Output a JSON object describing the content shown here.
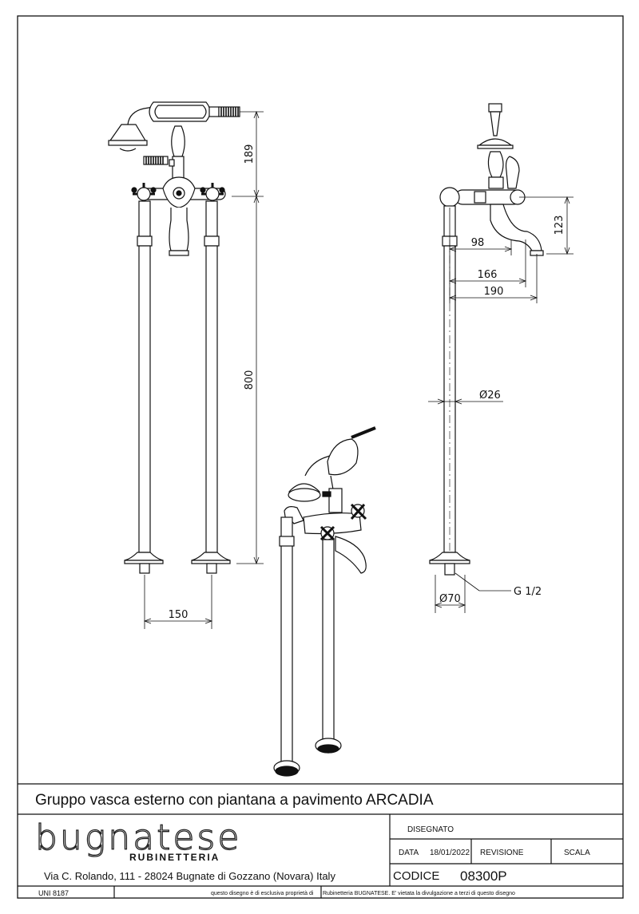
{
  "dimensions": {
    "front_height_upper": "189",
    "front_height_lower": "800",
    "front_width": "150",
    "side_spout_height": "123",
    "side_spout_98": "98",
    "side_spout_166": "166",
    "side_spout_190": "190",
    "pipe_diameter": "Ø26",
    "base_diameter": "Ø70",
    "thread": "G 1/2"
  },
  "title_block": {
    "title": "Gruppo vasca esterno con piantana a pavimento ARCADIA",
    "logo": "bugnatese",
    "logo_sub": "RUBINETTERIA",
    "address": "Via C. Rolando, 111 - 28024 Bugnate di Gozzano (Novara) Italy",
    "disegnato_label": "DISEGNATO",
    "data_label": "DATA",
    "data_value": "18/01/2022",
    "revisione_label": "REVISIONE",
    "scala_label": "SCALA",
    "codice_label": "CODICE",
    "codice_value": "08300P",
    "standard": "UNI 8187",
    "notice_left": "questo disegno è di esclusiva proprietà di",
    "notice_right": "Rubinetteria BUGNATESE. E' vietata la divulgazione a terzi di questo disegno"
  }
}
